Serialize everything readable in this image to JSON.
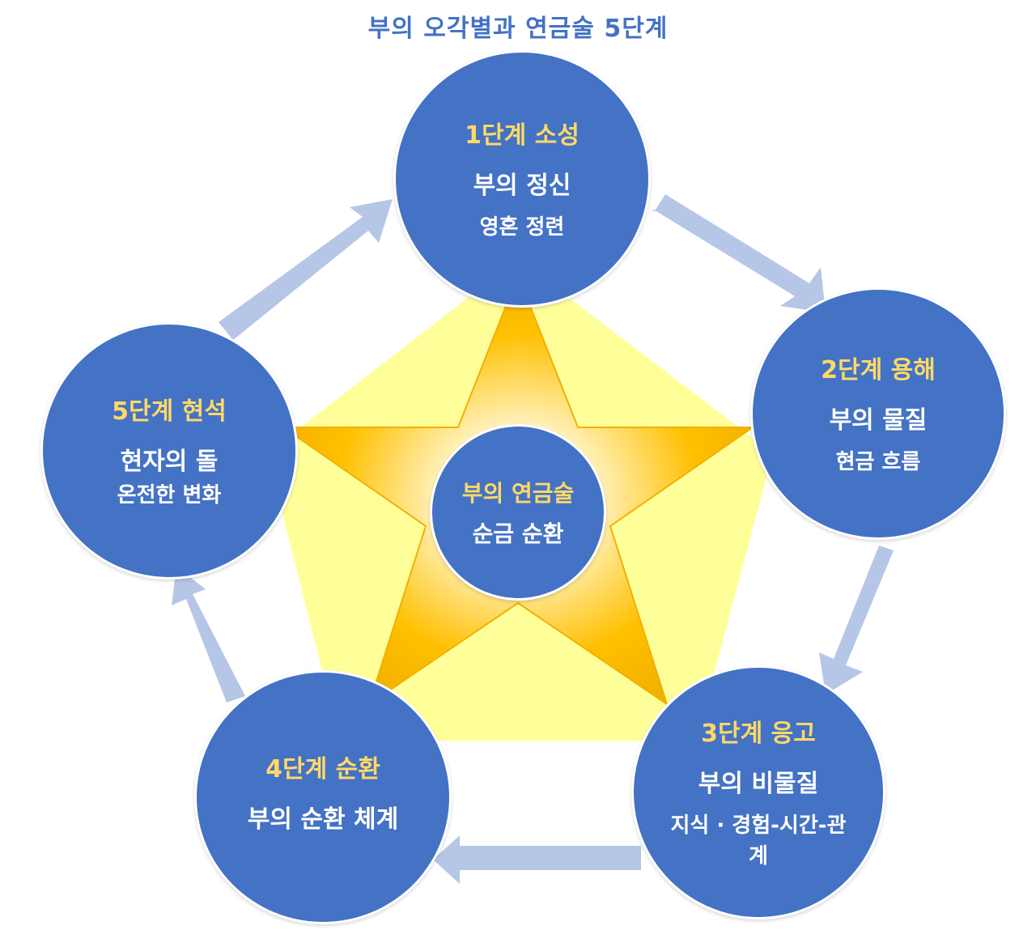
{
  "title": "부의 오각별과 연금술 5단계",
  "colors": {
    "node_fill": "#4472C4",
    "stage_label": "#FFD966",
    "text": "#FFFFFF",
    "pentagon": "#FFFF99",
    "star": "#FFC000",
    "arrow": "#8EA9DB"
  },
  "center": {
    "label": "부의 연금술",
    "line1": "순금 순환"
  },
  "stages": [
    {
      "label": "1단계 소성",
      "line1": "부의 정신",
      "line2": "영혼 정련"
    },
    {
      "label": "2단계 용해",
      "line1": "부의 물질",
      "line2": "현금 흐름"
    },
    {
      "label": "3단계 응고",
      "line1": "부의 비물질",
      "line2": "지식 · 경험-시간-관계"
    },
    {
      "label": "4단계 순환",
      "line1": "부의 순환 체계",
      "line2": ""
    },
    {
      "label": "5단계 현석",
      "line1": "현자의 돌",
      "line2": "온전한 변화"
    }
  ]
}
